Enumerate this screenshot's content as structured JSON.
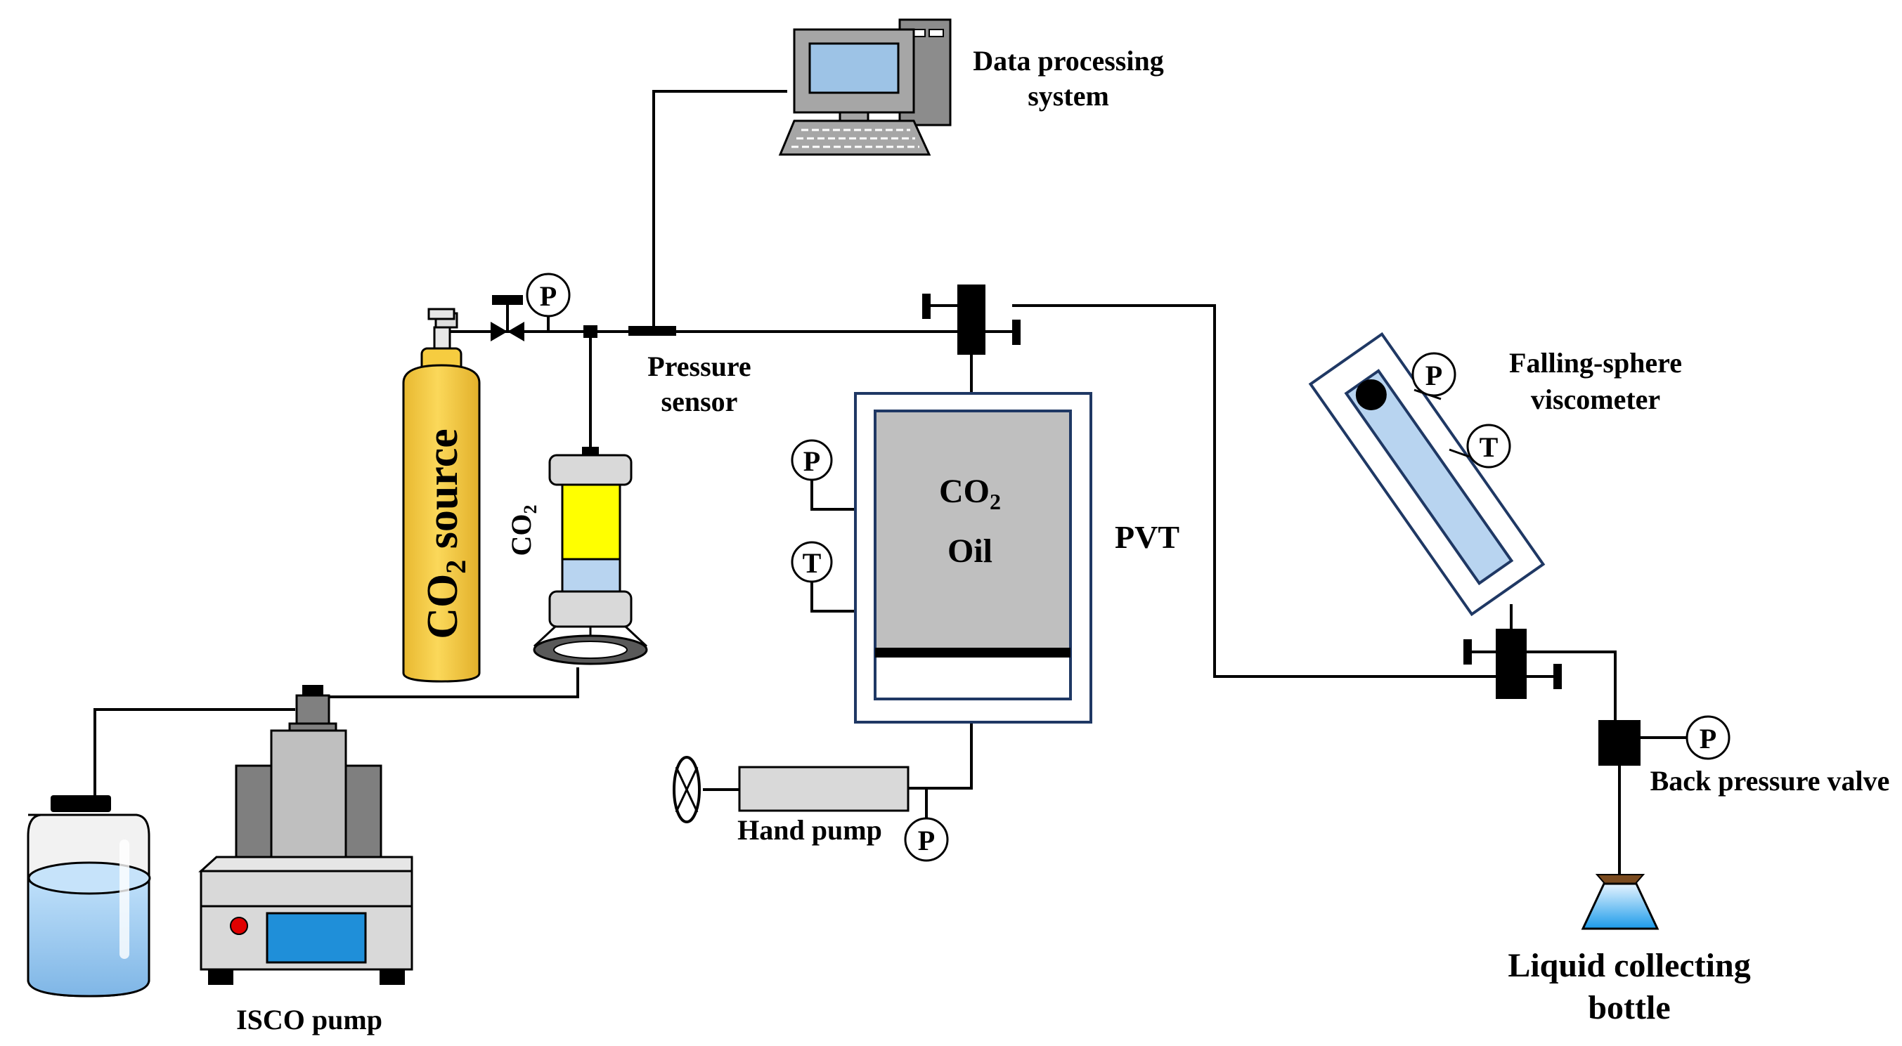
{
  "labels": {
    "data_processing_line1": "Data processing",
    "data_processing_line2": "system",
    "pressure_sensor_line1": "Pressure",
    "pressure_sensor_line2": "sensor",
    "co2_source_main": "CO",
    "co2_source_sub": "2",
    "co2_source_tail": " source",
    "co2_cylinder_main": "CO",
    "co2_cylinder_sub": "2",
    "pvt_co2_main": "CO",
    "pvt_co2_sub": "2",
    "pvt_oil": "Oil",
    "pvt": "PVT",
    "falling_sphere_line1": "Falling-sphere",
    "falling_sphere_line2": "viscometer",
    "back_pressure_valve": "Back pressure valve",
    "hand_pump": "Hand pump",
    "isco_pump": "ISCO pump",
    "liquid_collecting_line1": "Liquid collecting",
    "liquid_collecting_line2": "bottle",
    "gauge_p": "P",
    "gauge_t": "T"
  },
  "colors": {
    "co2_cylinder": "#F9D44A",
    "co2_cylinder_dark": "#E3B52A",
    "yellow_phase": "#FFFF00",
    "blue_phase": "#B8D4F0",
    "pvt_oil_fill": "#BFBFBF",
    "pvt_frame": "#1F3864",
    "pump_gray": "#808080",
    "pump_light": "#C8C8C8",
    "screen_blue": "#1F8FD9",
    "water_blue": "#A9D1F5",
    "monitor_blue": "#9DC3E6",
    "red_indicator": "#E00000"
  }
}
